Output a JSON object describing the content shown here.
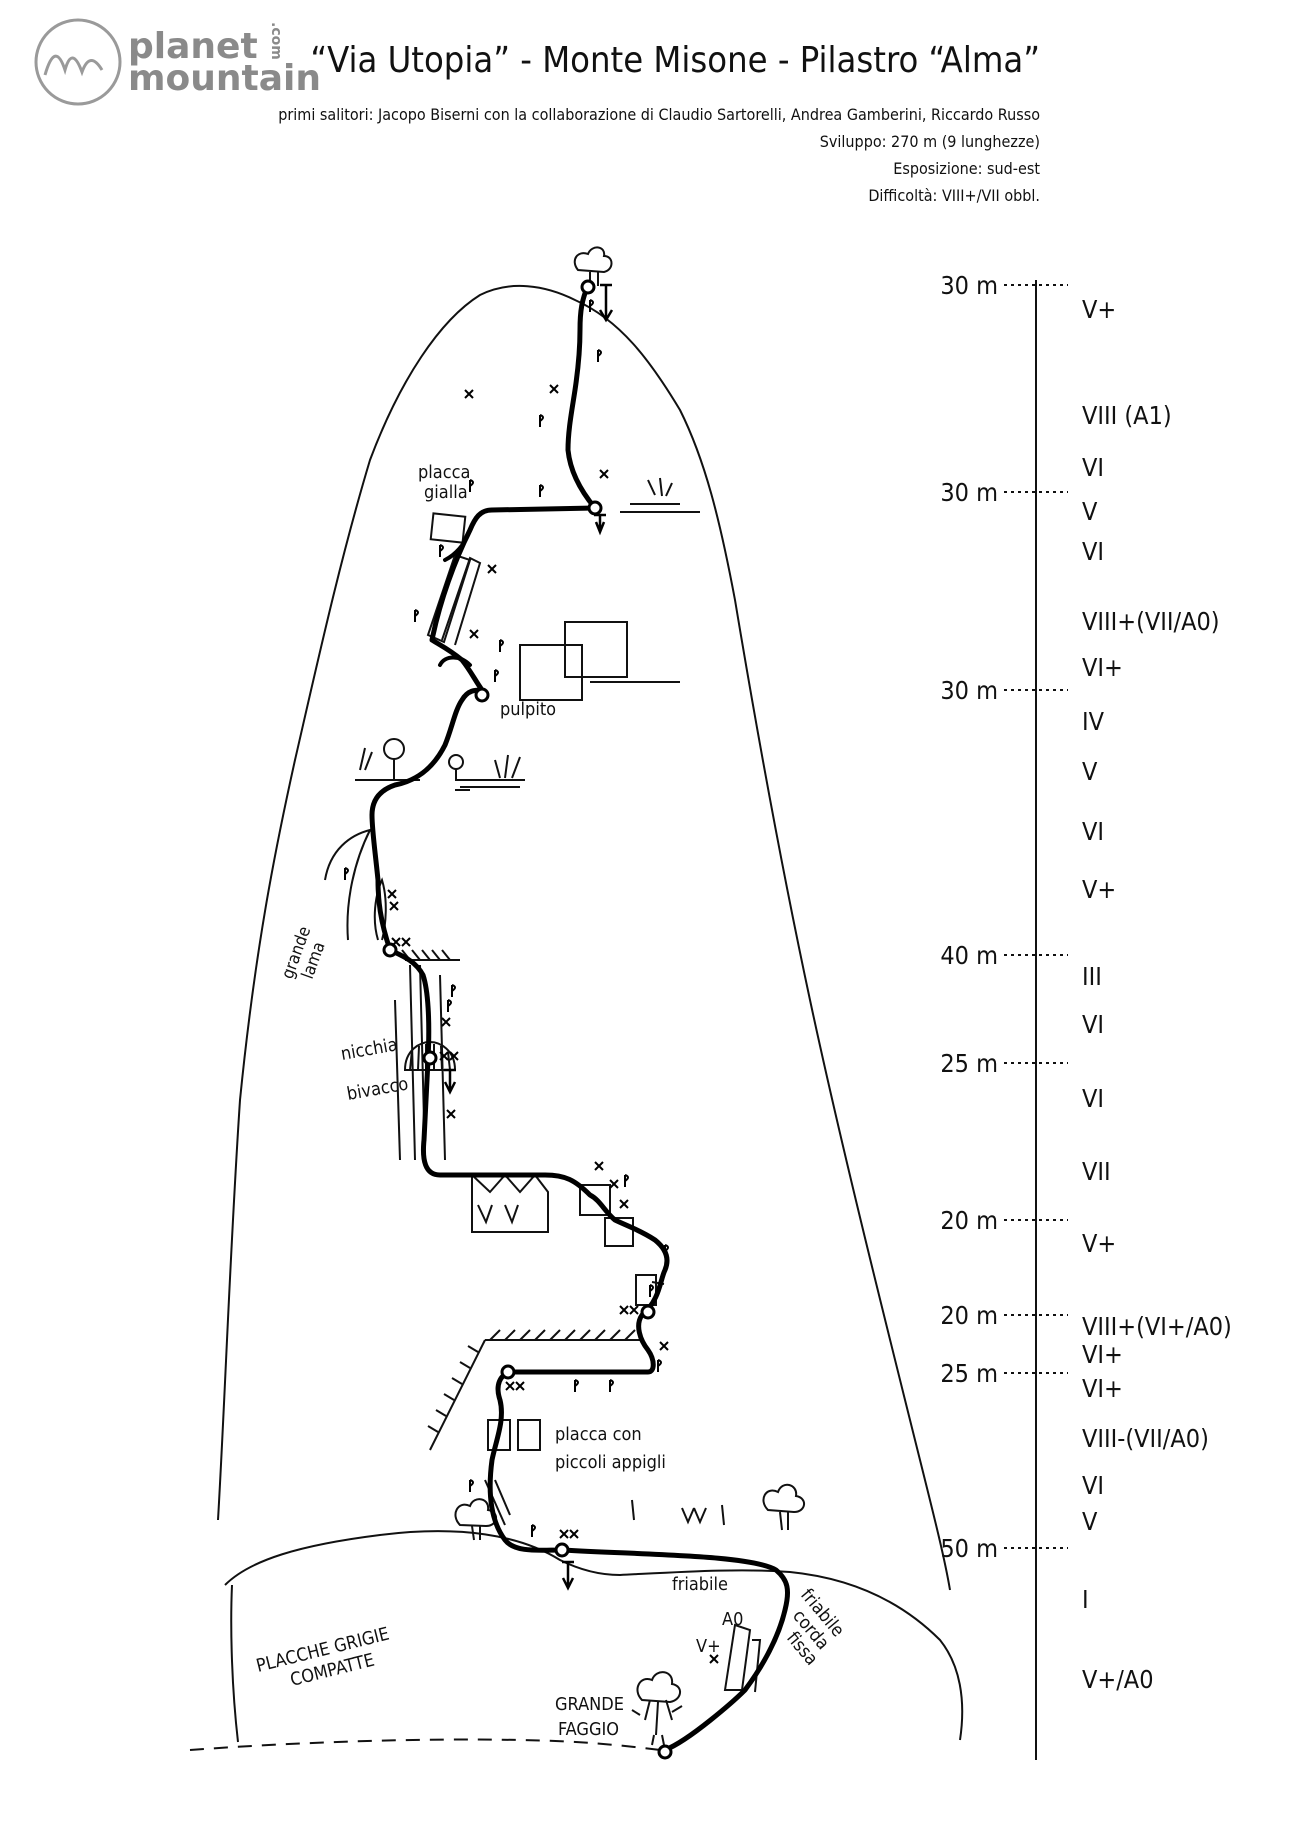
{
  "logo": {
    "line1": "planet",
    "line2": "mountain",
    "suffix": ".com"
  },
  "title": "“Via Utopia” - Monte Misone - Pilastro “Alma”",
  "info": [
    "primi salitori: Jacopo Biserni con la collaborazione di Claudio Sartorelli, Andrea Gamberini, Riccardo Russo",
    "Sviluppo: 270 m (9 lunghezze)",
    "Esposizione: sud-est",
    "Difficoltà: VIII+/VII obbl."
  ],
  "pitches": [
    "30 m",
    "30 m",
    "30 m",
    "40 m",
    "25 m",
    "20 m",
    "20 m",
    "25 m",
    "50 m"
  ],
  "grades": [
    "V+",
    "VIII (A1)",
    "VI",
    "V",
    "VI",
    "VIII+(VII/A0)",
    "VI+",
    "IV",
    "V",
    "VI",
    "V+",
    "III",
    "VI",
    "VI",
    "VII",
    "V+",
    "VIII+(VI+/A0)",
    "VI+",
    "VI+",
    "VIII-(VII/A0)",
    "VI",
    "V",
    "I",
    "V+/A0"
  ],
  "labels": {
    "placca_gialla_1": "placca",
    "placca_gialla_2": "gialla",
    "pulpito": "pulpito",
    "grande_lama_1": "grande",
    "grande_lama_2": "lama",
    "nicchia": "nicchia",
    "bivacco": "bivacco",
    "placca_appigli_1": "placca con",
    "placca_appigli_2": "piccoli appigli",
    "friabile": "friabile",
    "friabile_corda_1": "friabile",
    "friabile_corda_2": "corda",
    "friabile_corda_3": "fissa",
    "placche_1": "PLACCHE GRIGIE",
    "placche_2": "COMPATTE",
    "faggio_1": "GRANDE",
    "faggio_2": "FAGGIO",
    "a0": "A0",
    "vplus": "V+"
  }
}
